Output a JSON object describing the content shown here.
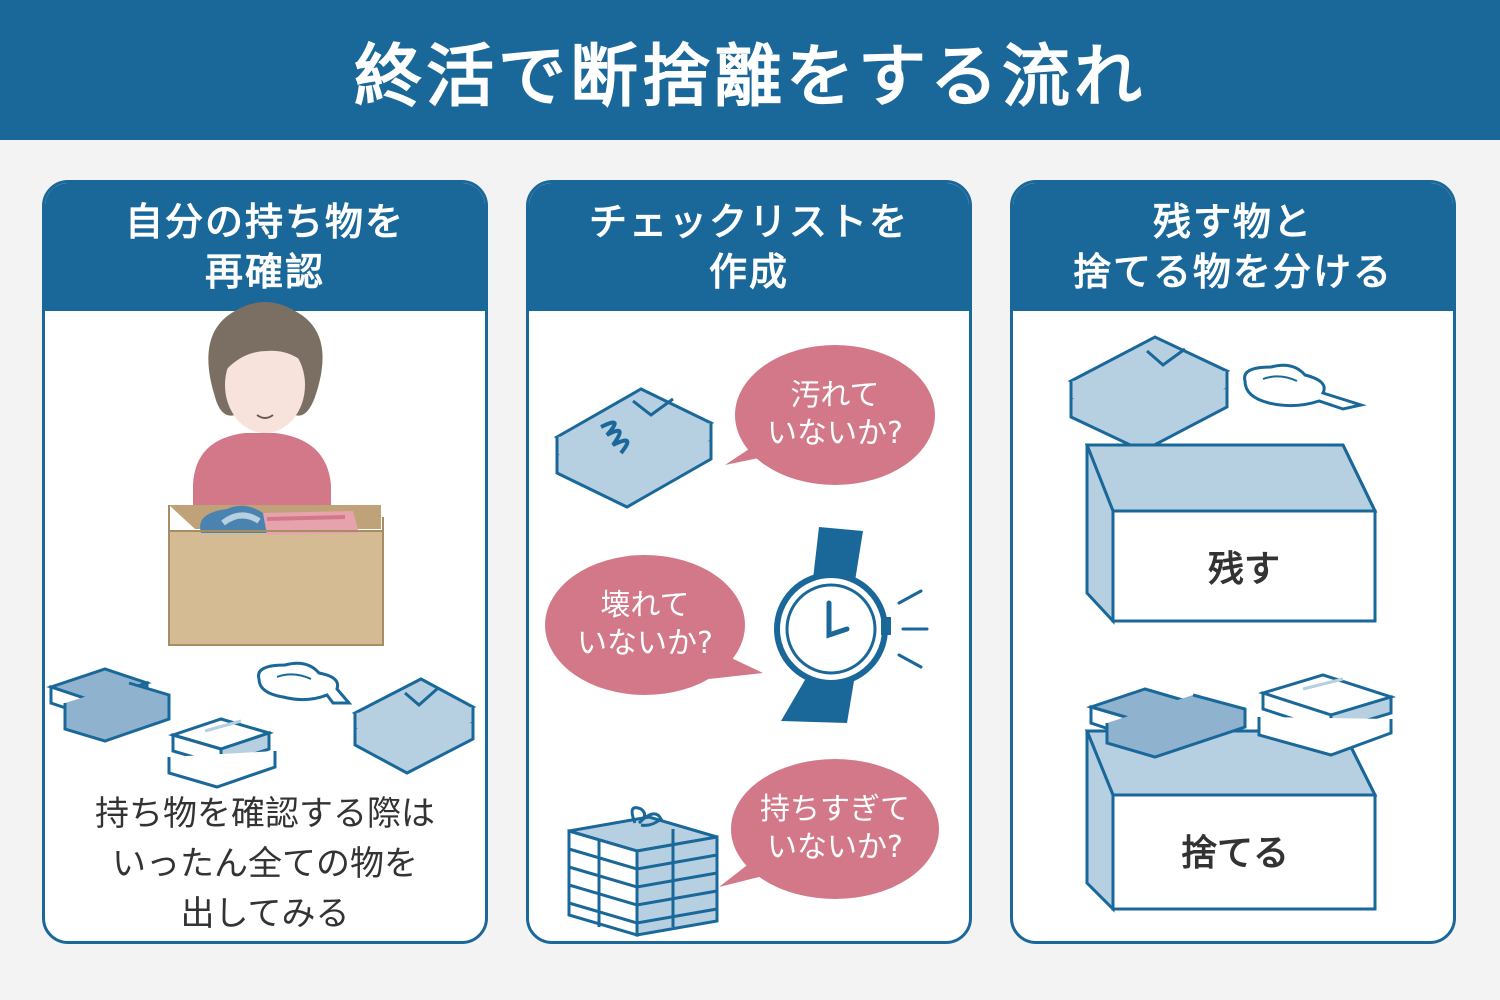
{
  "title": "終活で断捨離をする流れ",
  "colors": {
    "navy": "#1a6899",
    "pink": "#d37888",
    "light_blue": "#b6cfe1",
    "cardboard": "#d4bb93",
    "background": "#f3f3f3"
  },
  "steps": [
    {
      "heading_lines": [
        "自分の持ち物を",
        "再確認"
      ],
      "caption_lines": [
        "持ち物を確認する際は",
        "いったん全ての物を",
        "出してみる"
      ],
      "icons": [
        "woman-icon",
        "cardboard-box-icon",
        "books-icon",
        "cloth-icon",
        "folded-clothes-icon"
      ]
    },
    {
      "heading_lines": [
        "チェックリストを",
        "作成"
      ],
      "checks": [
        {
          "lines": [
            "汚れて",
            "いないか?"
          ],
          "icon": "stained-clothes-icon"
        },
        {
          "lines": [
            "壊れて",
            "いないか?"
          ],
          "icon": "wristwatch-icon"
        },
        {
          "lines": [
            "持ちすぎて",
            "いないか?"
          ],
          "icon": "tied-books-icon"
        }
      ]
    },
    {
      "heading_lines": [
        "残す物と",
        "捨てる物を分ける"
      ],
      "boxes": [
        {
          "label": "残す",
          "icon": "keep-box-icon"
        },
        {
          "label": "捨てる",
          "icon": "discard-box-icon"
        }
      ]
    }
  ]
}
